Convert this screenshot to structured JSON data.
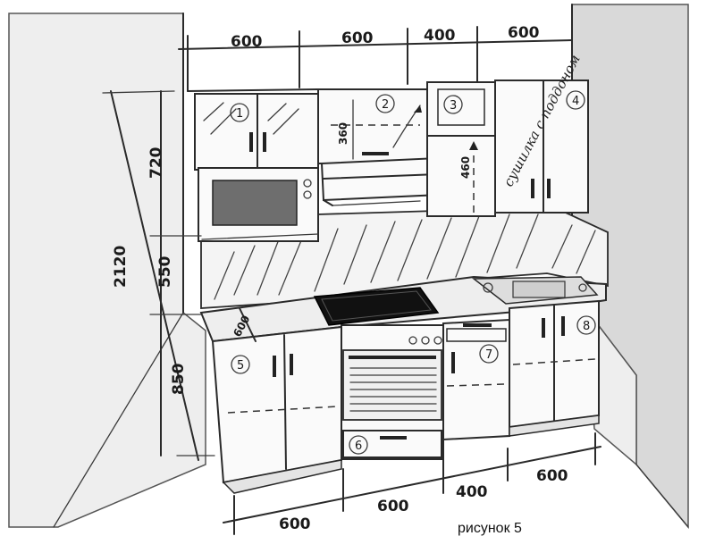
{
  "top_widths": [
    "600",
    "600",
    "400",
    "600"
  ],
  "bottom_widths": [
    "600",
    "600",
    "400",
    "600"
  ],
  "heights": {
    "total": "2120",
    "upper": "720",
    "middle": "550",
    "lower": "850"
  },
  "inner_dims": {
    "cab2_height": "360",
    "cab3_height": "460",
    "counter_depth": "600"
  },
  "modules": [
    "1",
    "2",
    "3",
    "4",
    "5",
    "6",
    "7",
    "8"
  ],
  "note": "сушилка с поддоном",
  "caption": "рисунок 5",
  "colors": {
    "line": "#2a2a2a",
    "wall": "#d9d9d9",
    "microwave_screen": "#6e6e6e",
    "hob": "#111111"
  }
}
